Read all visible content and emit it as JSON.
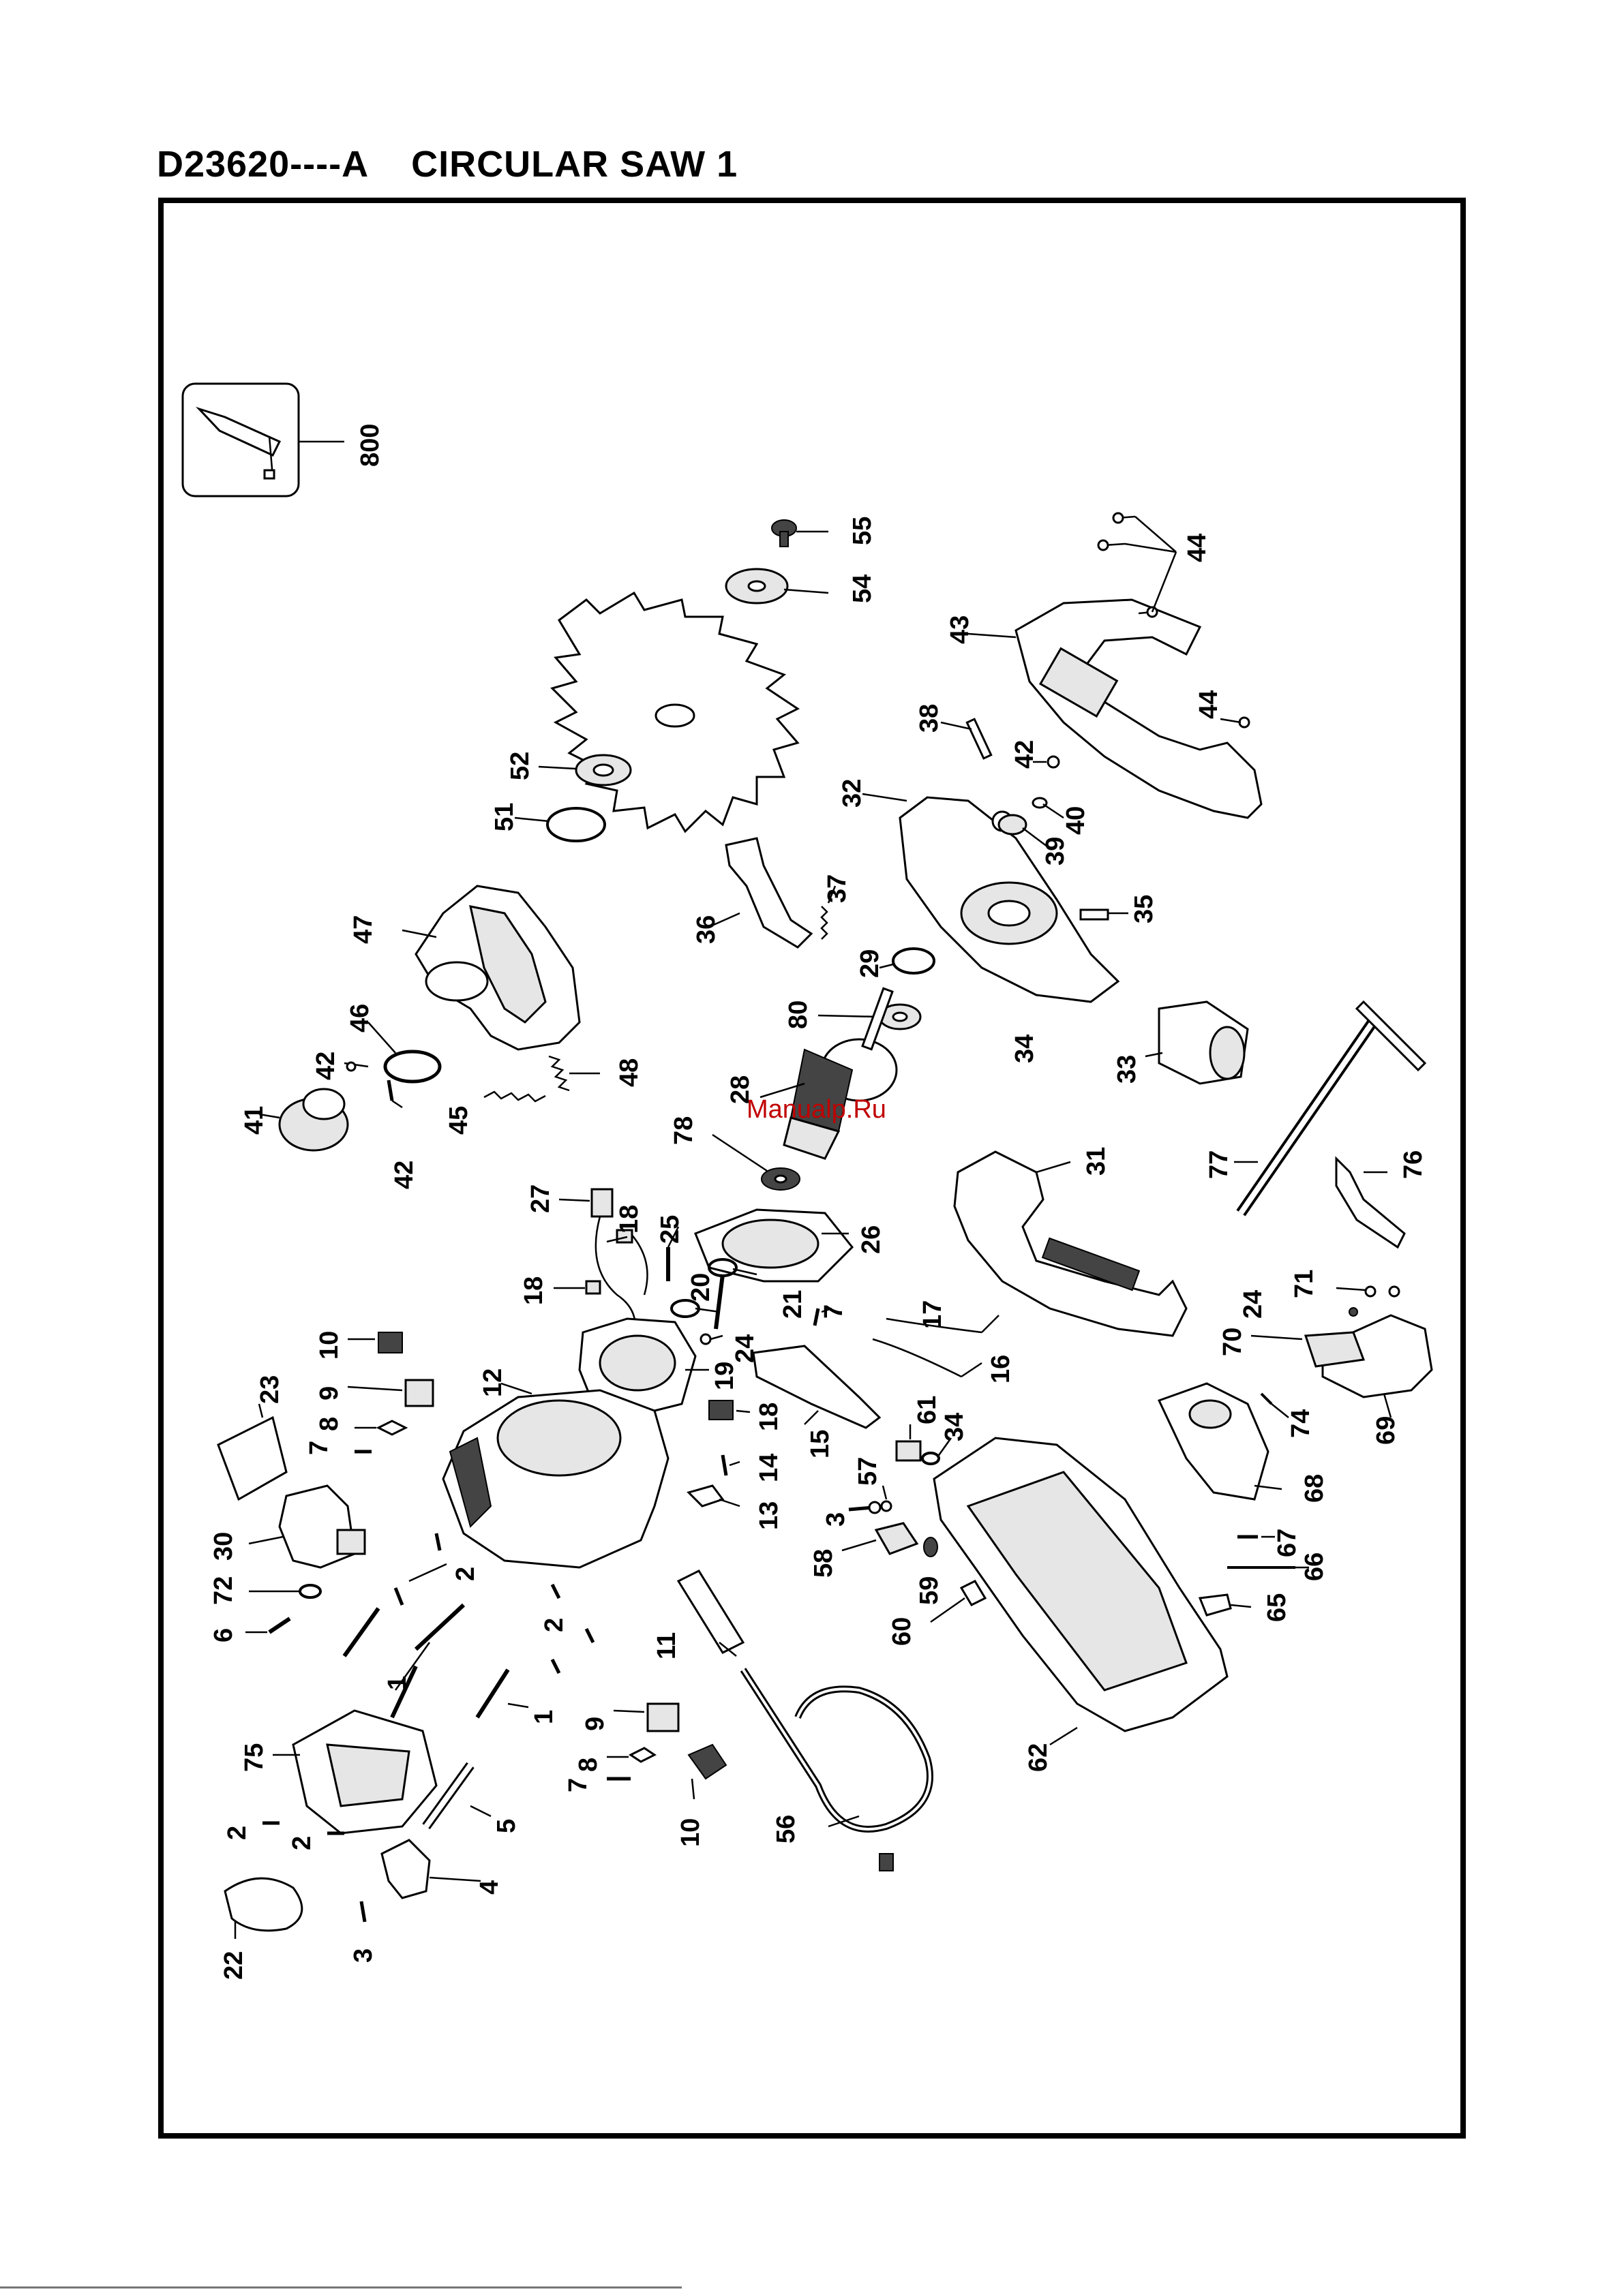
{
  "page": {
    "title": "D23620----A    CIRCULAR SAW 1",
    "watermark": "Manualp.Ru"
  },
  "parts": [
    {
      "id": "label-800",
      "text": "800"
    },
    {
      "id": "label-55",
      "text": "55"
    },
    {
      "id": "label-54",
      "text": "54"
    },
    {
      "id": "label-44a",
      "text": "44"
    },
    {
      "id": "label-43",
      "text": "43"
    },
    {
      "id": "label-44b",
      "text": "44"
    },
    {
      "id": "label-38",
      "text": "38"
    },
    {
      "id": "label-42a",
      "text": "42"
    },
    {
      "id": "label-52",
      "text": "52"
    },
    {
      "id": "label-32",
      "text": "32"
    },
    {
      "id": "label-40",
      "text": "40"
    },
    {
      "id": "label-39",
      "text": "39"
    },
    {
      "id": "label-51",
      "text": "51"
    },
    {
      "id": "label-37",
      "text": "37"
    },
    {
      "id": "label-36",
      "text": "36"
    },
    {
      "id": "label-35",
      "text": "35"
    },
    {
      "id": "label-47",
      "text": "47"
    },
    {
      "id": "label-29",
      "text": "29"
    },
    {
      "id": "label-80",
      "text": "80"
    },
    {
      "id": "label-46",
      "text": "46"
    },
    {
      "id": "label-34a",
      "text": "34"
    },
    {
      "id": "label-33",
      "text": "33"
    },
    {
      "id": "label-42b",
      "text": "42"
    },
    {
      "id": "label-48",
      "text": "48"
    },
    {
      "id": "label-28",
      "text": "28"
    },
    {
      "id": "label-41",
      "text": "41"
    },
    {
      "id": "label-45",
      "text": "45"
    },
    {
      "id": "label-42c",
      "text": "42"
    },
    {
      "id": "label-78",
      "text": "78"
    },
    {
      "id": "label-77",
      "text": "77"
    },
    {
      "id": "label-76",
      "text": "76"
    },
    {
      "id": "label-31",
      "text": "31"
    },
    {
      "id": "label-27",
      "text": "27"
    },
    {
      "id": "label-18a",
      "text": "18"
    },
    {
      "id": "label-25",
      "text": "25"
    },
    {
      "id": "label-26",
      "text": "26"
    },
    {
      "id": "label-18b",
      "text": "18"
    },
    {
      "id": "label-20",
      "text": "20"
    },
    {
      "id": "label-21",
      "text": "21"
    },
    {
      "id": "label-7a",
      "text": "7"
    },
    {
      "id": "label-17",
      "text": "17"
    },
    {
      "id": "label-71",
      "text": "71"
    },
    {
      "id": "label-24a",
      "text": "24"
    },
    {
      "id": "label-70",
      "text": "70"
    },
    {
      "id": "label-10a",
      "text": "10"
    },
    {
      "id": "label-24b",
      "text": "24"
    },
    {
      "id": "label-16",
      "text": "16"
    },
    {
      "id": "label-9a",
      "text": "9"
    },
    {
      "id": "label-12",
      "text": "12"
    },
    {
      "id": "label-19",
      "text": "19"
    },
    {
      "id": "label-23",
      "text": "23"
    },
    {
      "id": "label-18c",
      "text": "18"
    },
    {
      "id": "label-15",
      "text": "15"
    },
    {
      "id": "label-61",
      "text": "61"
    },
    {
      "id": "label-34b",
      "text": "34"
    },
    {
      "id": "label-74",
      "text": "74"
    },
    {
      "id": "label-69",
      "text": "69"
    },
    {
      "id": "label-8a",
      "text": "8"
    },
    {
      "id": "label-7b",
      "text": "7"
    },
    {
      "id": "label-14",
      "text": "14"
    },
    {
      "id": "label-57",
      "text": "57"
    },
    {
      "id": "label-68",
      "text": "68"
    },
    {
      "id": "label-13",
      "text": "13"
    },
    {
      "id": "label-3a",
      "text": "3"
    },
    {
      "id": "label-30",
      "text": "30"
    },
    {
      "id": "label-67",
      "text": "67"
    },
    {
      "id": "label-58",
      "text": "58"
    },
    {
      "id": "label-59",
      "text": "59"
    },
    {
      "id": "label-66",
      "text": "66"
    },
    {
      "id": "label-72",
      "text": "72"
    },
    {
      "id": "label-2a",
      "text": "2"
    },
    {
      "id": "label-65",
      "text": "65"
    },
    {
      "id": "label-6",
      "text": "6"
    },
    {
      "id": "label-2b",
      "text": "2"
    },
    {
      "id": "label-60",
      "text": "60"
    },
    {
      "id": "label-11",
      "text": "11"
    },
    {
      "id": "label-1a",
      "text": "1"
    },
    {
      "id": "label-1b",
      "text": "1"
    },
    {
      "id": "label-9b",
      "text": "9"
    },
    {
      "id": "label-75",
      "text": "75"
    },
    {
      "id": "label-62",
      "text": "62"
    },
    {
      "id": "label-8b",
      "text": "8"
    },
    {
      "id": "label-7c",
      "text": "7"
    },
    {
      "id": "label-10b",
      "text": "10"
    },
    {
      "id": "label-5",
      "text": "5"
    },
    {
      "id": "label-56",
      "text": "56"
    },
    {
      "id": "label-2c",
      "text": "2"
    },
    {
      "id": "label-2d",
      "text": "2"
    },
    {
      "id": "label-4",
      "text": "4"
    },
    {
      "id": "label-22",
      "text": "22"
    },
    {
      "id": "label-3b",
      "text": "3"
    }
  ]
}
